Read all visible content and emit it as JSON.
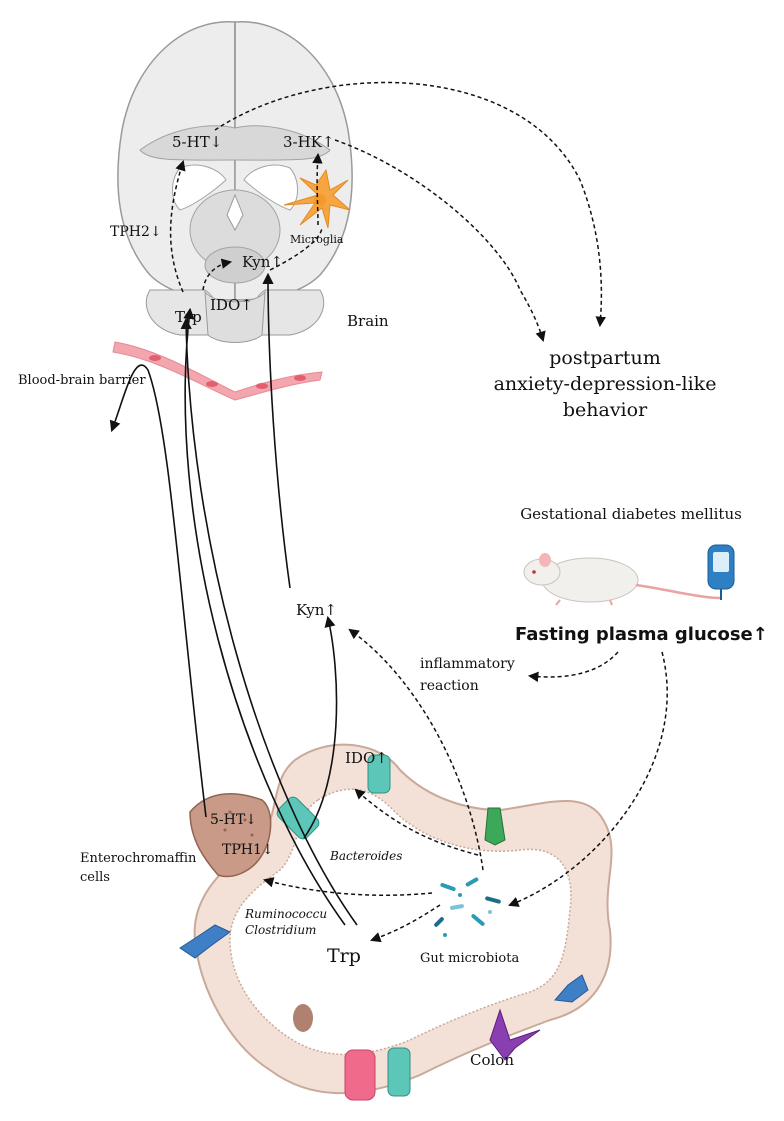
{
  "labels": {
    "brain": "Brain",
    "bbb": "Blood-brain barrier",
    "ht_brain": "5-HT↓",
    "hk_brain": "3-HK↑",
    "tph2": "TPH2↓",
    "microglia": "Microglia",
    "kyn_brain": "Kyn↑",
    "ido_brain": "IDO↑",
    "trp_brain": "Trp",
    "outcome_line1": "postpartum",
    "outcome_line2": "anxiety-depression-like",
    "outcome_line3": "behavior",
    "gdm": "Gestational diabetes mellitus",
    "fpg": "Fasting plasma glucose↑",
    "kyn_mid": "Kyn↑",
    "inflam_line1": "inflammatory",
    "inflam_line2": "reaction",
    "ido_gut": "IDO↑",
    "ht_gut": "5-HT↓",
    "tph1": "TPH1↓",
    "ec_line1": "Enterochromaffin",
    "ec_line2": "cells",
    "bacteroides": "Bacteroides",
    "rumino": "Ruminococcu",
    "clostr": "Clostridium",
    "trp_gut": "Trp",
    "microbiota": "Gut microbiota",
    "colon": "Colon"
  },
  "colors": {
    "brain_fill": "#ececec",
    "brain_inner": "#d6d6d6",
    "brain_stroke": "#9a9a9a",
    "microglia": "#f7a540",
    "bbb": "#f4a6ae",
    "colon_wall": "#f1ddd3",
    "colon_cell": "#efd2c4",
    "ec_cell": "#c99a88",
    "teal_cell": "#5cc7b8",
    "blue_cell": "#3f7fc6",
    "purple_cell": "#8a3fb0",
    "pink_cell": "#f06b8b",
    "green_cell": "#3ea85a",
    "rat": "#f2f0ec"
  }
}
